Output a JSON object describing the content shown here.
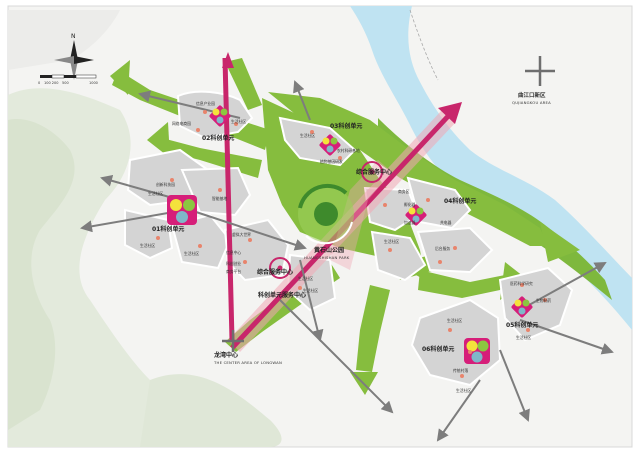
{
  "compass": {
    "north": "N"
  },
  "scale": [
    "0",
    "100 200",
    "500",
    "1000"
  ],
  "units": {
    "u01": "01科创单元",
    "u02": "02科创单元",
    "u03": "03科创单元",
    "u04": "04科创单元",
    "u05": "05科创单元",
    "u06": "06科创单元"
  },
  "centers": {
    "north": "综合服务中心",
    "south": "综合服务中心",
    "unit": "科创单元服务中心"
  },
  "park": {
    "name_cn": "黄石山公园",
    "name_en": "HUANGSHISHAN PARK"
  },
  "longwan": {
    "cn": "龙湾中心",
    "en": "THE CENTER AREA OF LONGWAN"
  },
  "qujiangkou": {
    "cn": "曲江口新区",
    "en": "QUJIANGKOU AREA"
  },
  "areas": [
    "信息产业园",
    "网络电商园",
    "生活社区",
    "生活社区",
    "农村科研基地",
    "植物基因研发",
    "创新科技园",
    "生活社区",
    "智能基地",
    "生活社区",
    "生活社区",
    "虚拟大世界",
    "信息中心",
    "科创创业",
    "商务平台",
    "生活社区",
    "生活社区",
    "商务区",
    "孵化器",
    "加速器",
    "共电器",
    "生活社区",
    "后台服务",
    "医药科学研究",
    "生物制药",
    "生活社区",
    "生活社区",
    "传统村落",
    "生活社区"
  ]
}
